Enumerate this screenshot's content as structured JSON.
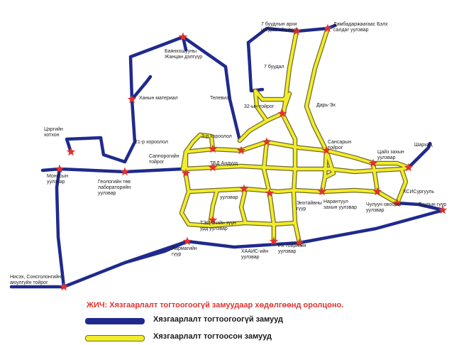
{
  "colors": {
    "unrestricted_road": "#1f2a8c",
    "restricted_road": "#f3ec2a",
    "restricted_road_edge": "#6f6c2e",
    "checkpoint_star": "#e0322e",
    "note_text": "#e0322e"
  },
  "icons": {
    "checkpoint": "red-star-icon"
  },
  "labels": {
    "bayankhoshuu": "Баянхошууны\nЖанцан дэлгүүр",
    "7buudal_post": "7 буудлын архи\nцагдаагийн пост",
    "dambadarjaa": "Дамбадаржаагаас Бэлх\nсалдаг уулзвар",
    "khanyn_material": "Ханын материал",
    "televiz": "Телевиз",
    "7buudal": "7 буудал",
    "32_toirog": "32-ын тойрог",
    "dari_ekh": "Дарь-Эх",
    "21_khoroolol": "21-р хороолол",
    "tsergiin_khotkhon": "Цэргийн\nхотхон",
    "3_khoroolol": "3-р хороолол",
    "sansar_toirog": "Сансарын\nтойрог",
    "sharkhad": "Шархад",
    "tsaij_zakh": "Цайз захын\nуулзвар",
    "sapporo": "Саппорогийн\nтойрог",
    "tbd_anduud": "ТБД Андууд",
    "monosyn": "Моносын\nуулзвар",
    "geologiin": "Геологийн төв\nлабораторийн\nуулзвар",
    "khs_surguuli": "ХСИСургууль",
    "tuuliin_gur": "Туулын гүүр",
    "uulzvar": "уулзвар",
    "enkhtaivan_guur": "Энхтайвны\nгүүр",
    "narantuul": "Нарантуул\nзахын уулзвар",
    "chuluun_ovoo": "Чулуун овооны\nуулзвар",
    "tets3": "ТЭЦ-3-ийн зүүн\nурд уулзвар",
    "yarmag_guur": "Яармагийн\nгүүр",
    "khaais": "ХААИС-ийн\nуулзвар",
    "ikh_toiruu": "Их тойргийн\nуулзвар",
    "nisekh": "Нисэх, Сонсголонгийн\nаюулгүйн тойрог"
  },
  "note": "ЖИЧ: Хязгаарлалт тогтоогоогүй замуудаар хөдөлгөөнд оролцоно.",
  "legend": [
    {
      "label": "Хязгаарлалт тогтоогоогүй замууд",
      "color": "#1f2a8c"
    },
    {
      "label": "Хязгаарлалт тогтоосон замууд",
      "color": "#f3ec2a"
    }
  ]
}
